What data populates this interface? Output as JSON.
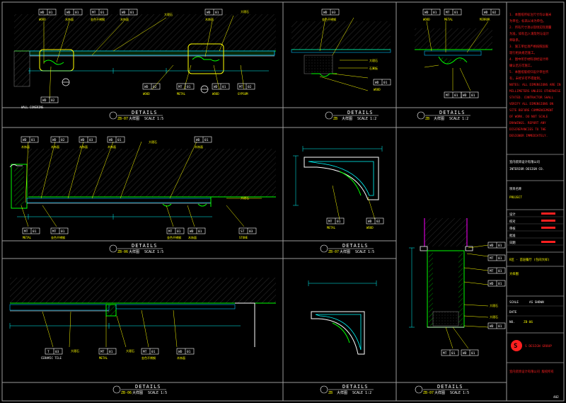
{
  "panels": [
    {
      "id": "p1",
      "title": "DETAILS",
      "code": "ZB-07",
      "name": "大样图",
      "scale": "SCALE  1:5"
    },
    {
      "id": "p2",
      "title": "DETAILS",
      "code": "ZB",
      "name": "大样图",
      "scale": "SCALE  1:2"
    },
    {
      "id": "p3",
      "title": "DETAILS",
      "code": "ZB",
      "name": "大样图",
      "scale": "SCALE  1:2"
    },
    {
      "id": "p4",
      "title": "DETAILS",
      "code": "ZB-06",
      "name": "大样图",
      "scale": "SCALE  1:5"
    },
    {
      "id": "p5",
      "title": "DETAILS",
      "code": "ZB-07",
      "name": "大样图",
      "scale": "SCALE  1:5"
    },
    {
      "id": "p6",
      "title": "DETAILS",
      "code": "ZB-06",
      "name": "大样图",
      "scale": "SCALE  1:5"
    },
    {
      "id": "p7",
      "title": "DETAILS",
      "code": "ZB",
      "name": "大样图",
      "scale": "SCALE  1:2"
    },
    {
      "id": "p8",
      "title": "DETAILS",
      "code": "ZB-07",
      "name": "大样图",
      "scale": "SCALE  1:5"
    }
  ],
  "tags": {
    "wd": "WD",
    "mt": "MT",
    "st": "ST",
    "t": "T",
    "n01": "01",
    "n02": "02",
    "n03": "03",
    "wood": "WOOD",
    "metal": "METAL",
    "stone": "STONE",
    "ceramic": "CERAMIC TILE",
    "wall_covering": "WALL COVERING",
    "mirror": "MIRROR",
    "gypsum": "GYPSUM",
    "board": "大理石",
    "plaster": "石膏板",
    "wood_cn": "木饰面",
    "metal_cn": "金色不锈钢",
    "stone_cn": "石材"
  },
  "notes": [
    "1. 本图纸所标注尺寸均以毫米",
    "为单位，标高以米为单位。",
    "2. 所有尺寸须以现场实际测量",
    "为准，如有出入请及时与设计",
    "师联系。",
    "3. 施工单位须严格按照国家",
    "现行相关规范施工。",
    "4. 图中所示材料须经设计师",
    "确认后方可施工。",
    "5. 本图纸版权归设计单位所",
    "有，未经许可不得复制。",
    "NOTES: ALL DIMENSIONS ARE IN",
    "MILLIMETERS UNLESS OTHERWISE",
    "STATED. CONTRACTOR SHALL",
    "VERIFY ALL DIMENSIONS ON",
    "SITE BEFORE COMMENCEMENT",
    "OF WORK. DO NOT SCALE",
    "DRAWINGS. REPORT ANY",
    "DISCREPANCIES TO THE",
    "DESIGNER IMMEDIATELY."
  ],
  "title_block": {
    "company1": "室内装饰设计有限公司",
    "company2": "INTERIOR DESIGN CO.",
    "project_label": "项目名称",
    "project": "PROJECT",
    "rows": [
      "设计",
      "校对",
      "审核",
      "批准",
      "日期"
    ],
    "sheet_title": "B区 · 首层餐厅 (包间大样)",
    "drawing_name": "大样图",
    "scale_label": "SCALE",
    "scale_val": "AS SHOWN",
    "date_label": "DATE",
    "no_label": "NO.",
    "sheet_no": "ZB-06",
    "logo": "S",
    "brand": "S DESIGN GROUP",
    "footer": "室内装饰设计有限公司 版权所有",
    "page": "402"
  }
}
